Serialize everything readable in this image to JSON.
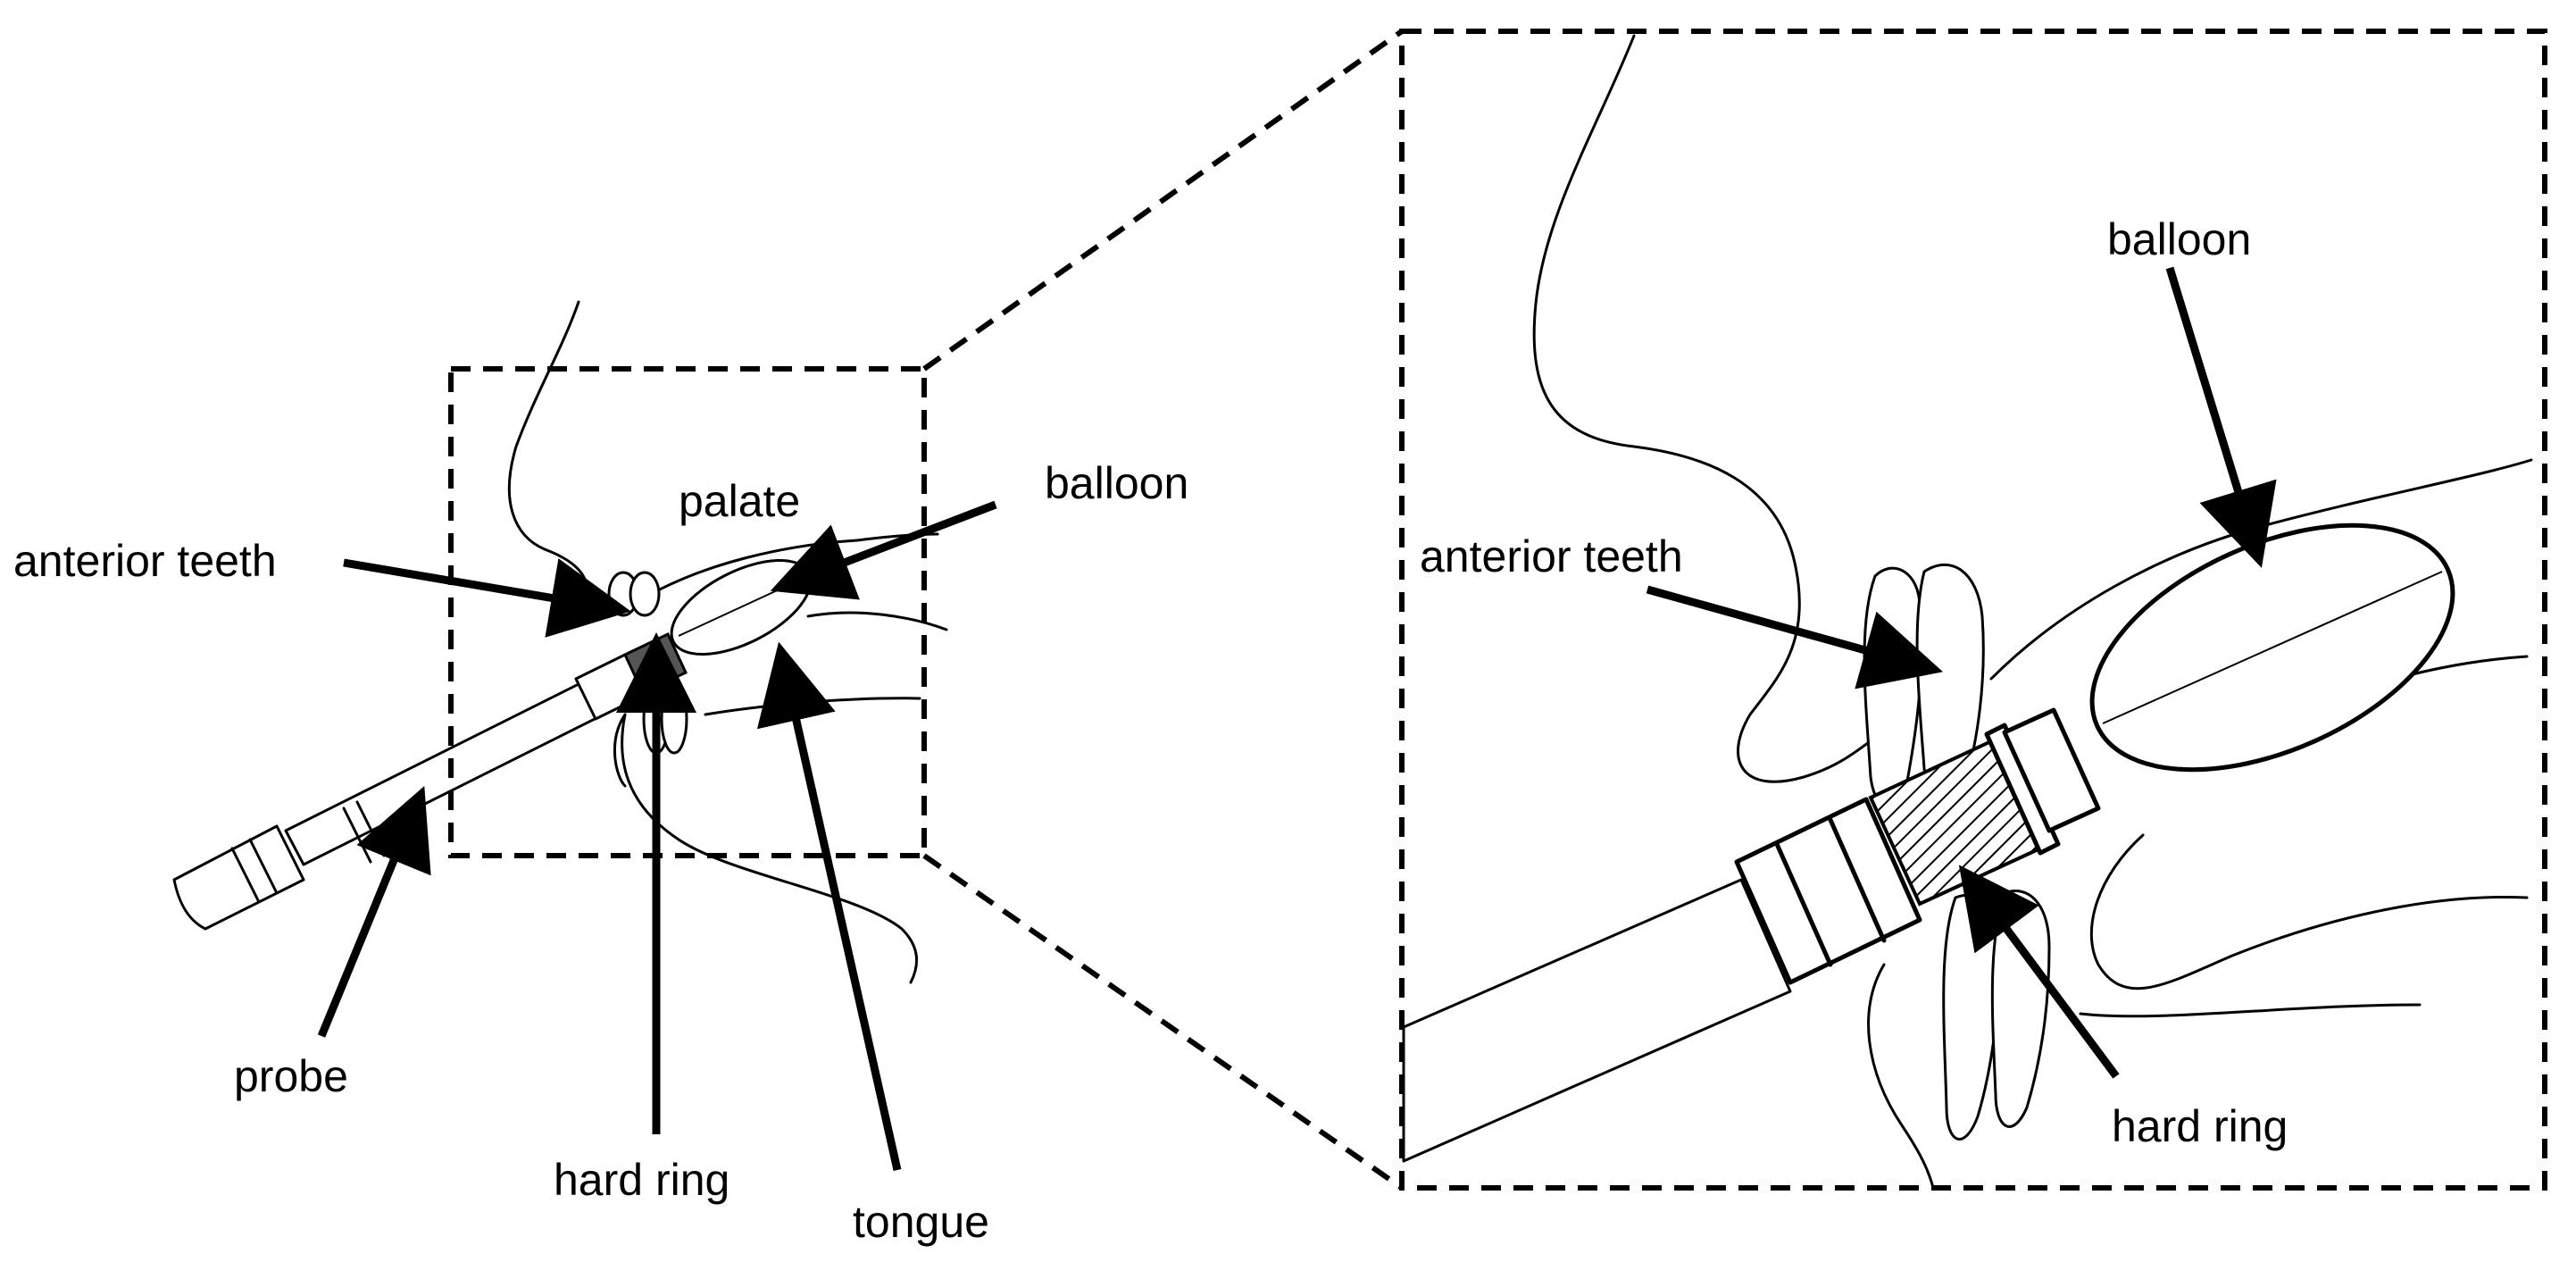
{
  "labels": {
    "left": {
      "anterior_teeth": "anterior teeth",
      "palate": "palate",
      "balloon": "balloon",
      "probe": "probe",
      "hard_ring": "hard ring",
      "tongue": "tongue"
    },
    "right": {
      "anterior_teeth": "anterior teeth",
      "balloon": "balloon",
      "hard_ring": "hard ring"
    }
  },
  "colors": {
    "line": "#000000",
    "background": "#ffffff",
    "ring_fill": "#555555"
  }
}
